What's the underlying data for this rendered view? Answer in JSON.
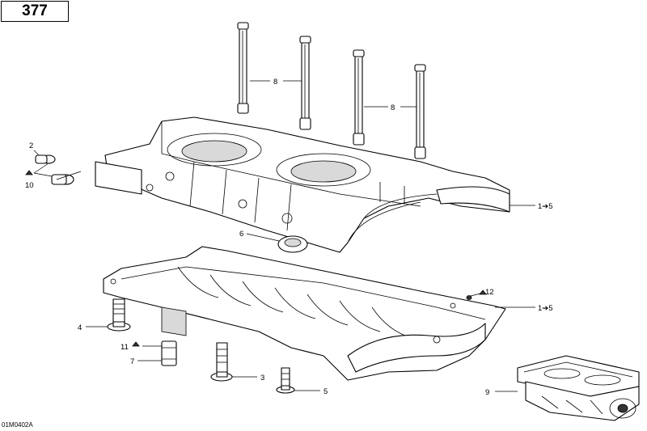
{
  "page_number": "377",
  "reference_code": "01M0402A",
  "callouts": {
    "c8a": "8",
    "c8b": "8",
    "c2": "2",
    "c10": "10",
    "c1to5_upper": "1➔5",
    "c6": "6",
    "c12": "12",
    "c1to5_lower": "1➔5",
    "c4": "4",
    "c11": "11",
    "c7": "7",
    "c3": "3",
    "c5": "5",
    "c9": "9"
  }
}
